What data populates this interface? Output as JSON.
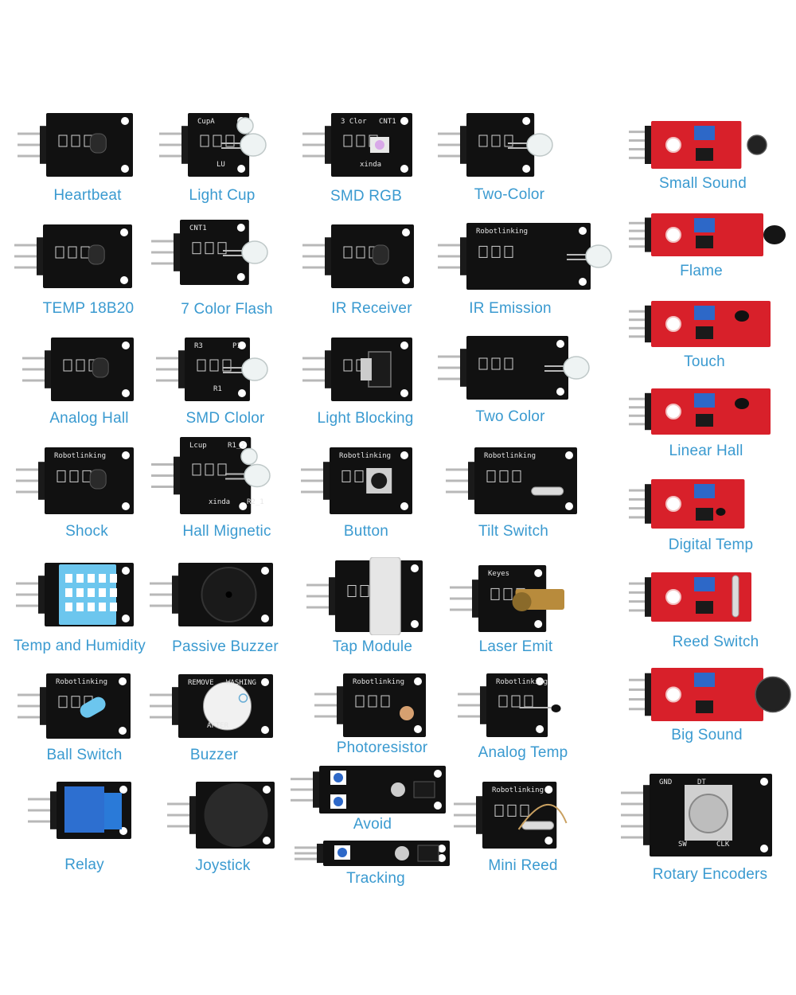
{
  "modules": [
    {
      "label": "Heartbeat",
      "board": "black",
      "comp": "sensor",
      "boardText": []
    },
    {
      "label": "Light Cup",
      "board": "black",
      "comp": "led2",
      "boardText": [
        "CupA",
        "LU"
      ]
    },
    {
      "label": "SMD RGB",
      "board": "black",
      "comp": "smd",
      "boardText": [
        "3 Clor",
        "xinda",
        "CNT1"
      ]
    },
    {
      "label": "Two-Color",
      "board": "black",
      "comp": "led",
      "boardText": []
    },
    {
      "label": "Small Sound",
      "board": "red",
      "comp": "mic",
      "boardText": []
    },
    {
      "label": "TEMP 18B20",
      "board": "black",
      "comp": "sensor",
      "boardText": []
    },
    {
      "label": "7 Color Flash",
      "board": "black",
      "comp": "led",
      "boardText": [
        "CNT1"
      ]
    },
    {
      "label": "IR Receiver",
      "board": "black",
      "comp": "sensor",
      "boardText": []
    },
    {
      "label": "IR Emission",
      "board": "black",
      "comp": "led",
      "boardText": [
        "Robotlinking"
      ]
    },
    {
      "label": "Flame",
      "board": "red",
      "comp": "flame",
      "boardText": []
    },
    {
      "label": "Analog Hall",
      "board": "black",
      "comp": "sensor",
      "boardText": []
    },
    {
      "label": "SMD Clolor",
      "board": "black",
      "comp": "led",
      "boardText": [
        "R3",
        "R1",
        "P1"
      ]
    },
    {
      "label": "Light Blocking",
      "board": "black",
      "comp": "block",
      "boardText": []
    },
    {
      "label": "Two Color",
      "board": "black",
      "comp": "led",
      "boardText": []
    },
    {
      "label": "Touch",
      "board": "red",
      "comp": "touch",
      "boardText": []
    },
    {
      "label": "Shock",
      "board": "black",
      "comp": "sensor",
      "boardText": [
        "Robotlinking"
      ]
    },
    {
      "label": "Hall Mignetic",
      "board": "black",
      "comp": "led2",
      "boardText": [
        "Lcup",
        "xinda",
        "R1_2",
        "R2_1"
      ]
    },
    {
      "label": "Button",
      "board": "black",
      "comp": "button",
      "boardText": [
        "Robotlinking"
      ]
    },
    {
      "label": "Tilt Switch",
      "board": "black",
      "comp": "tilt",
      "boardText": [
        "Robotlinking"
      ]
    },
    {
      "label": "Linear Hall",
      "board": "red",
      "comp": "hall",
      "boardText": []
    },
    {
      "label": "Temp and Humidity",
      "board": "black",
      "comp": "dht",
      "boardText": []
    },
    {
      "label": "Passive Buzzer",
      "board": "black",
      "comp": "buzzer",
      "boardText": []
    },
    {
      "label": "Tap Module",
      "board": "black",
      "comp": "tap",
      "boardText": []
    },
    {
      "label": "Laser Emit",
      "board": "black",
      "comp": "laser",
      "boardText": [
        "Keyes"
      ]
    },
    {
      "label": "Digital Temp",
      "board": "red",
      "comp": "thermistor",
      "boardText": []
    },
    {
      "label": "Ball Switch",
      "board": "black",
      "comp": "ballswitch",
      "boardText": [
        "Robotlinking"
      ]
    },
    {
      "label": "Buzzer",
      "board": "black",
      "comp": "buzzer2",
      "boardText": [
        "REMOVE",
        "AFTER",
        "WASHING"
      ]
    },
    {
      "label": "Photoresistor",
      "board": "black",
      "comp": "photo",
      "boardText": [
        "Robotlinking"
      ]
    },
    {
      "label": "Analog Temp",
      "board": "black",
      "comp": "thermistor",
      "boardText": [
        "Robotlinking"
      ]
    },
    {
      "label": "Reed Switch",
      "board": "red",
      "comp": "reed",
      "boardText": []
    },
    {
      "label": "Relay",
      "board": "black",
      "comp": "relay",
      "boardText": []
    },
    {
      "label": "Joystick",
      "board": "black",
      "comp": "joystick",
      "boardText": []
    },
    {
      "label": "Avoid",
      "board": "black",
      "comp": "avoid",
      "boardText": []
    },
    {
      "label": "Tracking",
      "board": "black",
      "comp": "tracking",
      "boardText": []
    },
    {
      "label": "Mini Reed",
      "board": "black",
      "comp": "minireed",
      "boardText": [
        "Robotlinking"
      ]
    },
    {
      "label": "Big Sound",
      "board": "red",
      "comp": "bigmic",
      "boardText": []
    },
    {
      "label": "Rotary Encoders",
      "board": "black",
      "comp": "encoder",
      "boardText": [
        "GND",
        "SW",
        "DT",
        "CLK"
      ]
    }
  ],
  "colors": {
    "label": "#3a9ad0",
    "boardBlack": "#111111",
    "boardRed": "#d8202a",
    "pin": "#b8b8b8",
    "pot": "#2d68c8",
    "relay": "#2d6fd0",
    "dht": "#6cc6ee"
  }
}
